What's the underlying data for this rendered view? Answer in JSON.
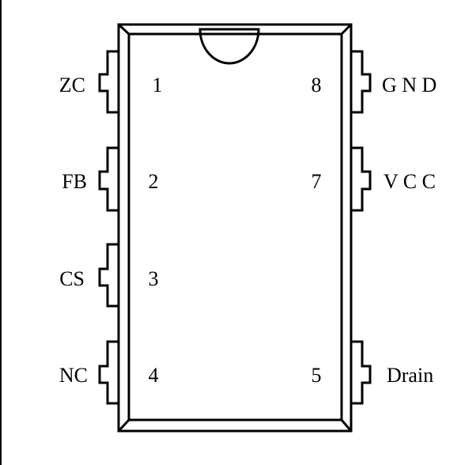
{
  "package": {
    "stroke_color": "#000000",
    "background_color": "#ffffff",
    "notch": "semicircle-notch"
  },
  "pins": [
    {
      "number": "1",
      "name": "ZC"
    },
    {
      "number": "2",
      "name": "FB"
    },
    {
      "number": "3",
      "name": "CS"
    },
    {
      "number": "4",
      "name": "NC"
    },
    {
      "number": "5",
      "name": "Drain"
    },
    {
      "number": "7",
      "name": "V C C"
    },
    {
      "number": "8",
      "name": "G N D"
    }
  ]
}
